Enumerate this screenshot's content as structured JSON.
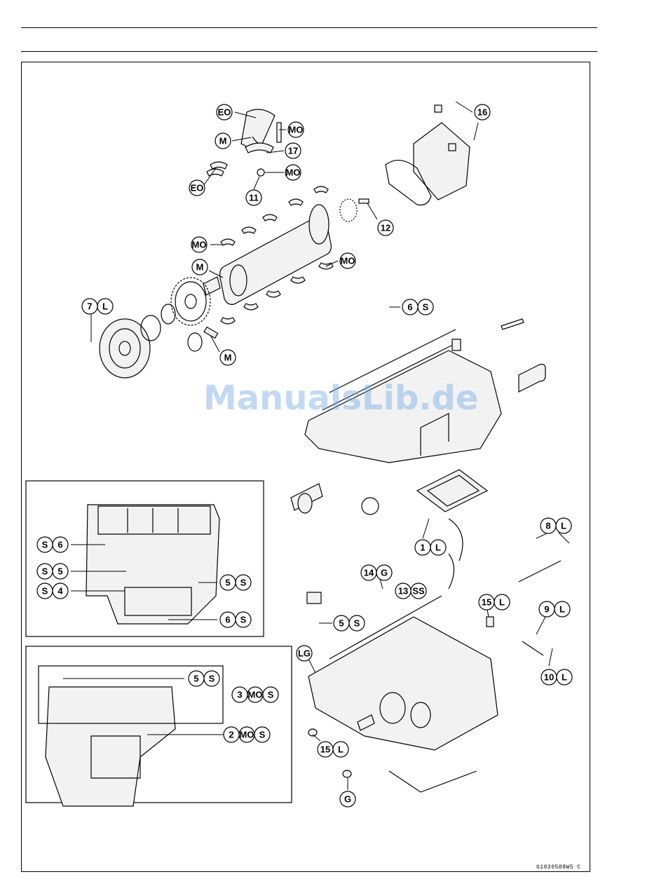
{
  "figure": {
    "code": "G1020588W5 C",
    "watermark": "ManualsLib.de"
  },
  "callouts": [
    {
      "id": "c-eo-top",
      "text": [
        "EO"
      ]
    },
    {
      "id": "c-m-top",
      "text": [
        "M"
      ]
    },
    {
      "id": "c-mo-1",
      "text": [
        "MO"
      ]
    },
    {
      "id": "c-17",
      "text": [
        "17"
      ]
    },
    {
      "id": "c-eo-left",
      "text": [
        "EO"
      ]
    },
    {
      "id": "c-mo-2",
      "text": [
        "MO"
      ]
    },
    {
      "id": "c-11",
      "text": [
        "11"
      ]
    },
    {
      "id": "c-16",
      "text": [
        "16"
      ]
    },
    {
      "id": "c-12",
      "text": [
        "12"
      ]
    },
    {
      "id": "c-mo-3",
      "text": [
        "MO"
      ]
    },
    {
      "id": "c-mo-4",
      "text": [
        "MO"
      ]
    },
    {
      "id": "c-m-crank",
      "text": [
        "M"
      ]
    },
    {
      "id": "c-7l",
      "text": [
        "7",
        "L"
      ]
    },
    {
      "id": "c-m-bottom",
      "text": [
        "M"
      ]
    },
    {
      "id": "c-6s-top",
      "text": [
        "6",
        "S"
      ]
    },
    {
      "id": "c-1l",
      "text": [
        "1",
        "L"
      ]
    },
    {
      "id": "c-8l",
      "text": [
        "8",
        "L"
      ]
    },
    {
      "id": "c-14g",
      "text": [
        "14",
        "G"
      ]
    },
    {
      "id": "c-13ss",
      "text": [
        "13",
        "SS"
      ]
    },
    {
      "id": "c-15l-right",
      "text": [
        "15",
        "L"
      ]
    },
    {
      "id": "c-9l",
      "text": [
        "9",
        "L"
      ]
    },
    {
      "id": "c-5s-mid",
      "text": [
        "5",
        "S"
      ]
    },
    {
      "id": "c-lg",
      "text": [
        "LG"
      ]
    },
    {
      "id": "c-10l",
      "text": [
        "10",
        "L"
      ]
    },
    {
      "id": "c-15l-left",
      "text": [
        "15",
        "L"
      ]
    },
    {
      "id": "c-g",
      "text": [
        "G"
      ]
    },
    {
      "id": "c-s6",
      "text": [
        "S",
        "6"
      ]
    },
    {
      "id": "c-s5",
      "text": [
        "S",
        "5"
      ]
    },
    {
      "id": "c-s4",
      "text": [
        "S",
        "4"
      ]
    },
    {
      "id": "c-5s-inset1",
      "text": [
        "5",
        "S"
      ]
    },
    {
      "id": "c-6s-inset1",
      "text": [
        "6",
        "S"
      ]
    },
    {
      "id": "c-5s-inset2",
      "text": [
        "5",
        "S"
      ]
    },
    {
      "id": "c-3mos",
      "text": [
        "3",
        "MO",
        "S"
      ]
    },
    {
      "id": "c-2mos",
      "text": [
        "2",
        "MO",
        "S"
      ]
    }
  ]
}
